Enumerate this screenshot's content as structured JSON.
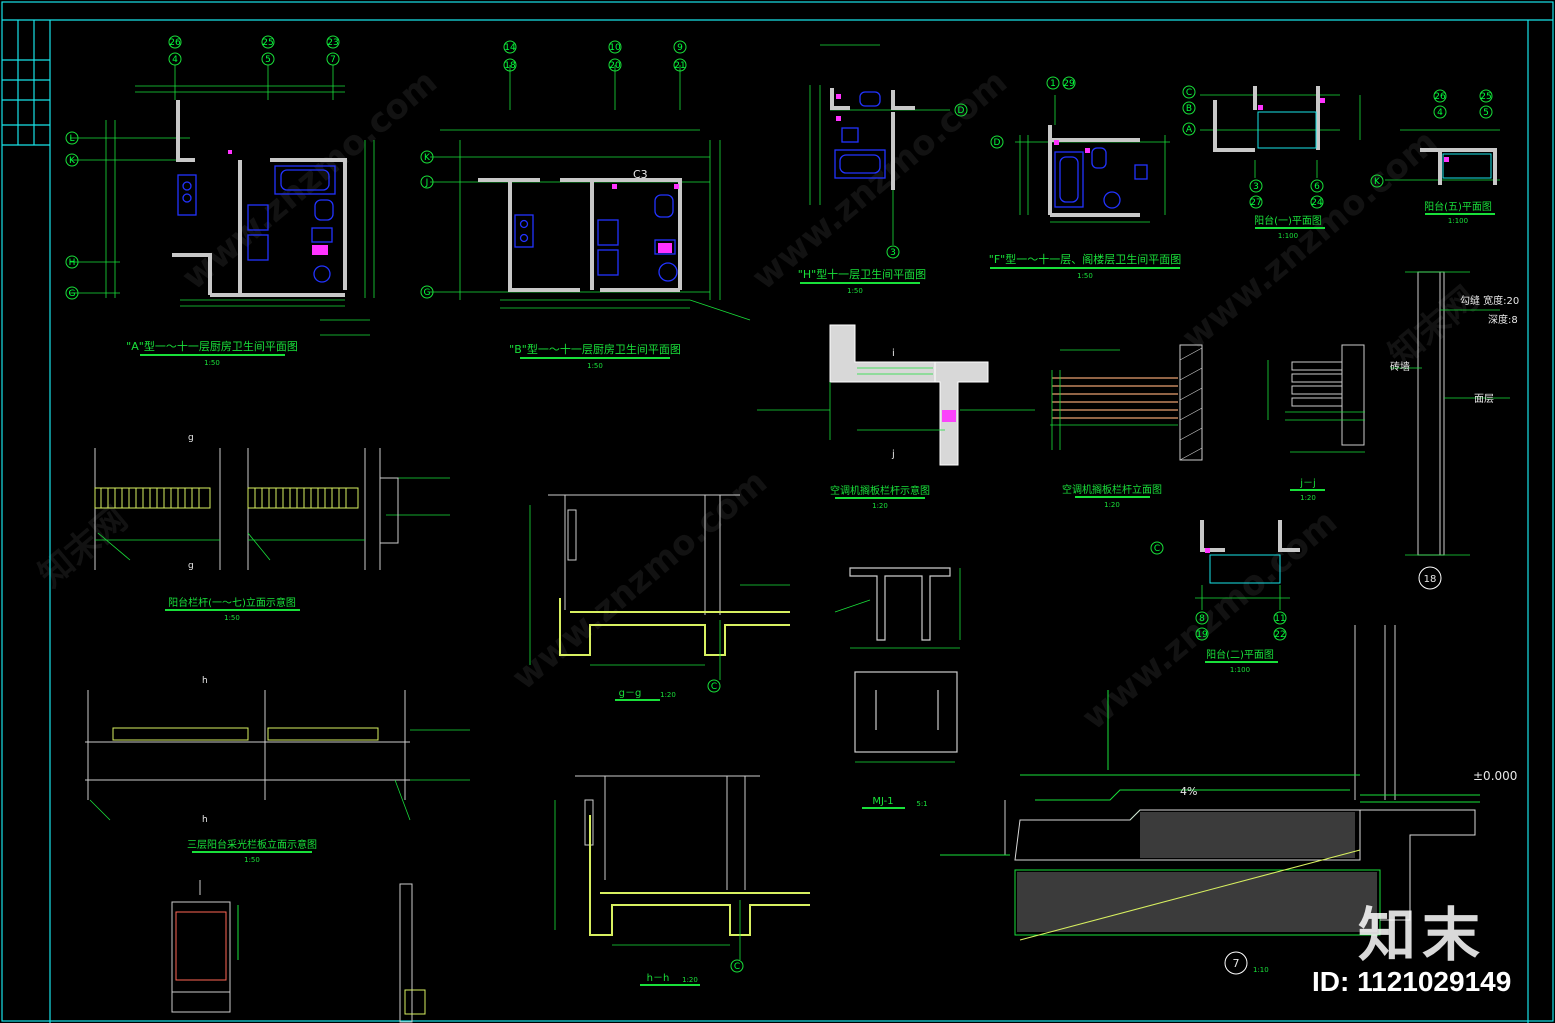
{
  "colors": {
    "frame": "#18e3e8",
    "line": "#19e03a",
    "wall": "#c8c8c8",
    "furniture": "#2233ff",
    "accent": "#ff33ff",
    "text_white": "#e8e8e8"
  },
  "titles": {
    "kitchen_a": "\"A\"型一～十一层厨房卫生间平面图",
    "kitchen_b": "\"B\"型一～十一层厨房卫生间平面图",
    "bath_h": "\"H\"型十一层卫生间平面图",
    "bath_f": "\"F\"型一～十一层、阁楼层卫生间平面图",
    "balcony_1": "阳台(一)平面图",
    "balcony_5": "阳台(五)平面图",
    "balcony_2": "阳台(二)平面图",
    "ac_plan": "空调机搁板栏杆示意图",
    "ac_elev": "空调机搁板栏杆立面图",
    "rail_elev": "阳台栏杆(一～七)立面示意图",
    "rail_3f": "三层阳台采光栏板立面示意图",
    "section_gg": "g－g",
    "section_hh": "h－h",
    "section_jj": "j－j",
    "mj1": "MJ-1"
  },
  "scales": {
    "s150": "1:50",
    "s1100": "1:100",
    "s120": "1:20",
    "s110": "1:10",
    "s51": "5:1"
  },
  "axis_labels": {
    "a_top": [
      "26",
      "4",
      "25",
      "5",
      "23",
      "7"
    ],
    "a_left": [
      "L",
      "K",
      "H",
      "G"
    ],
    "b_top": [
      "14",
      "18",
      "10",
      "20",
      "9",
      "21"
    ],
    "b_left": [
      "K",
      "J",
      "G"
    ],
    "h_right": "D",
    "h_bottom": "3",
    "f_top": [
      "1",
      "29"
    ],
    "f_left": "D",
    "b1_left": [
      "C",
      "B",
      "A"
    ],
    "b1_bottom": [
      "3",
      "27",
      "6",
      "24"
    ],
    "b5_top": [
      "26",
      "25",
      "4",
      "5"
    ],
    "b5_left": "K",
    "b2_left": "C",
    "b2_bottom": [
      "8",
      "19",
      "11",
      "22"
    ],
    "gg_axis": "C",
    "hh_axis": "C"
  },
  "callouts": {
    "c3": "C3",
    "stair_width": "勾缝 宽度:20",
    "stair_depth": "深度:8",
    "wall_side": "砖墙",
    "face": "面层",
    "detail18": "18",
    "detail7": "7",
    "level_zero": "±0.000",
    "slope": "4%",
    "cut_g": "g",
    "cut_h": "h",
    "cut_i": "i",
    "cut_j": "j"
  },
  "watermark": {
    "logo": "知末",
    "id": "ID: 1121029149",
    "site": "www.znzmo.com",
    "site_cn": "知末网"
  }
}
